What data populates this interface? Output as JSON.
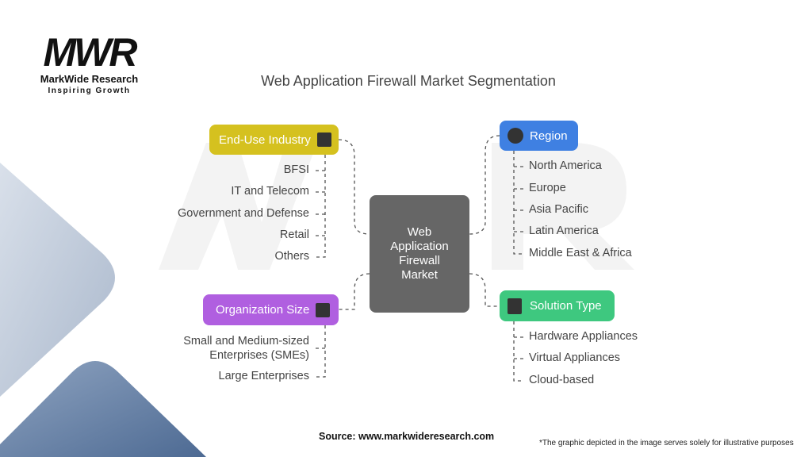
{
  "logo": {
    "mark": "MWR",
    "name": "MarkWide Research",
    "tagline": "Inspiring Growth"
  },
  "title": "Web Application Firewall Market Segmentation",
  "center": "Web Application Firewall Market",
  "segments": {
    "end_use": {
      "label": "End-Use Industry",
      "icon": "factory-robot-icon",
      "color": "#d5c11f",
      "items": [
        "BFSI",
        "IT and Telecom",
        "Government and Defense",
        "Retail",
        "Others"
      ]
    },
    "region": {
      "label": "Region",
      "icon": "globe-icon",
      "color": "#3f80e2",
      "items": [
        "North America",
        "Europe",
        "Asia Pacific",
        "Latin America",
        "Middle East & Africa"
      ]
    },
    "org_size": {
      "label": "Organization Size",
      "icon": "building-icon",
      "color": "#b05fe0",
      "items": [
        "Small and Medium-sized Enterprises (SMEs)",
        "Large Enterprises"
      ]
    },
    "solution": {
      "label": "Solution Type",
      "icon": "wav-file-icon",
      "color": "#3ec87f",
      "items": [
        "Hardware Appliances",
        "Virtual Appliances",
        "Cloud-based"
      ]
    }
  },
  "footer": {
    "source": "Source: www.markwideresearch.com",
    "disclaimer": "*The graphic depicted in the image serves solely for illustrative purposes"
  }
}
